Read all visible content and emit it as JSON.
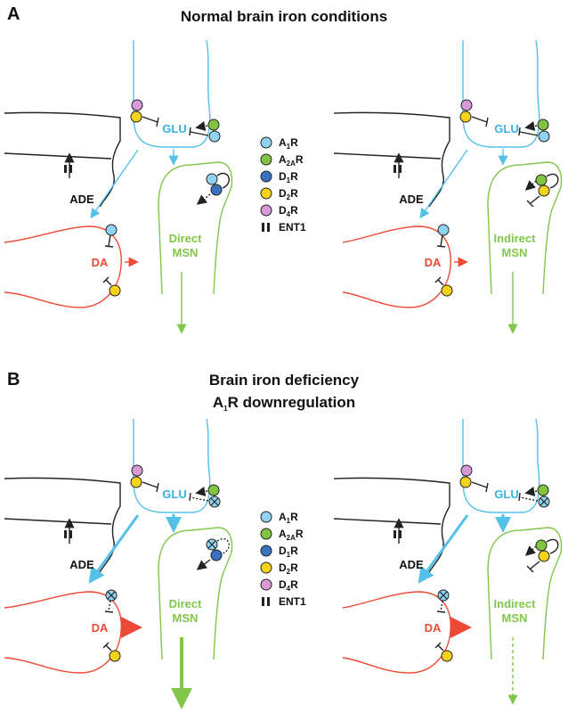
{
  "panels": [
    {
      "letter": "A",
      "title_lines": [
        "Normal brain iron conditions"
      ]
    },
    {
      "letter": "B",
      "title_lines": [
        "Brain iron deficiency",
        "A1R downregulation"
      ]
    }
  ],
  "labels": {
    "glu": "GLU",
    "ade": "ADE",
    "da": "DA",
    "direct": [
      "Direct",
      "MSN"
    ],
    "indirect": [
      "Indirect",
      "MSN"
    ]
  },
  "legend": [
    {
      "main": "A",
      "sub": "1",
      "tail": "R",
      "color": "#8fd3f0",
      "icon": "circle"
    },
    {
      "main": "A",
      "sub": "2A",
      "tail": "R",
      "color": "#82c441",
      "icon": "circle"
    },
    {
      "main": "D",
      "sub": "1",
      "tail": "R",
      "color": "#3b72c0",
      "icon": "circle"
    },
    {
      "main": "D",
      "sub": "2",
      "tail": "R",
      "color": "#f5d31a",
      "icon": "circle"
    },
    {
      "main": "D",
      "sub": "4",
      "tail": "R",
      "color": "#d79ad6",
      "icon": "circle"
    },
    {
      "main": "ENT1",
      "sub": "",
      "tail": "",
      "color": "#222222",
      "icon": "bars"
    }
  ],
  "colors": {
    "A1R": "#8fd3f0",
    "A2AR": "#82c441",
    "D1R": "#3b72c0",
    "D2R": "#f5d31a",
    "D4R": "#d79ad6",
    "glu": "#3bb1e0",
    "da": "#ec4a35",
    "msn": "#82c64b"
  }
}
